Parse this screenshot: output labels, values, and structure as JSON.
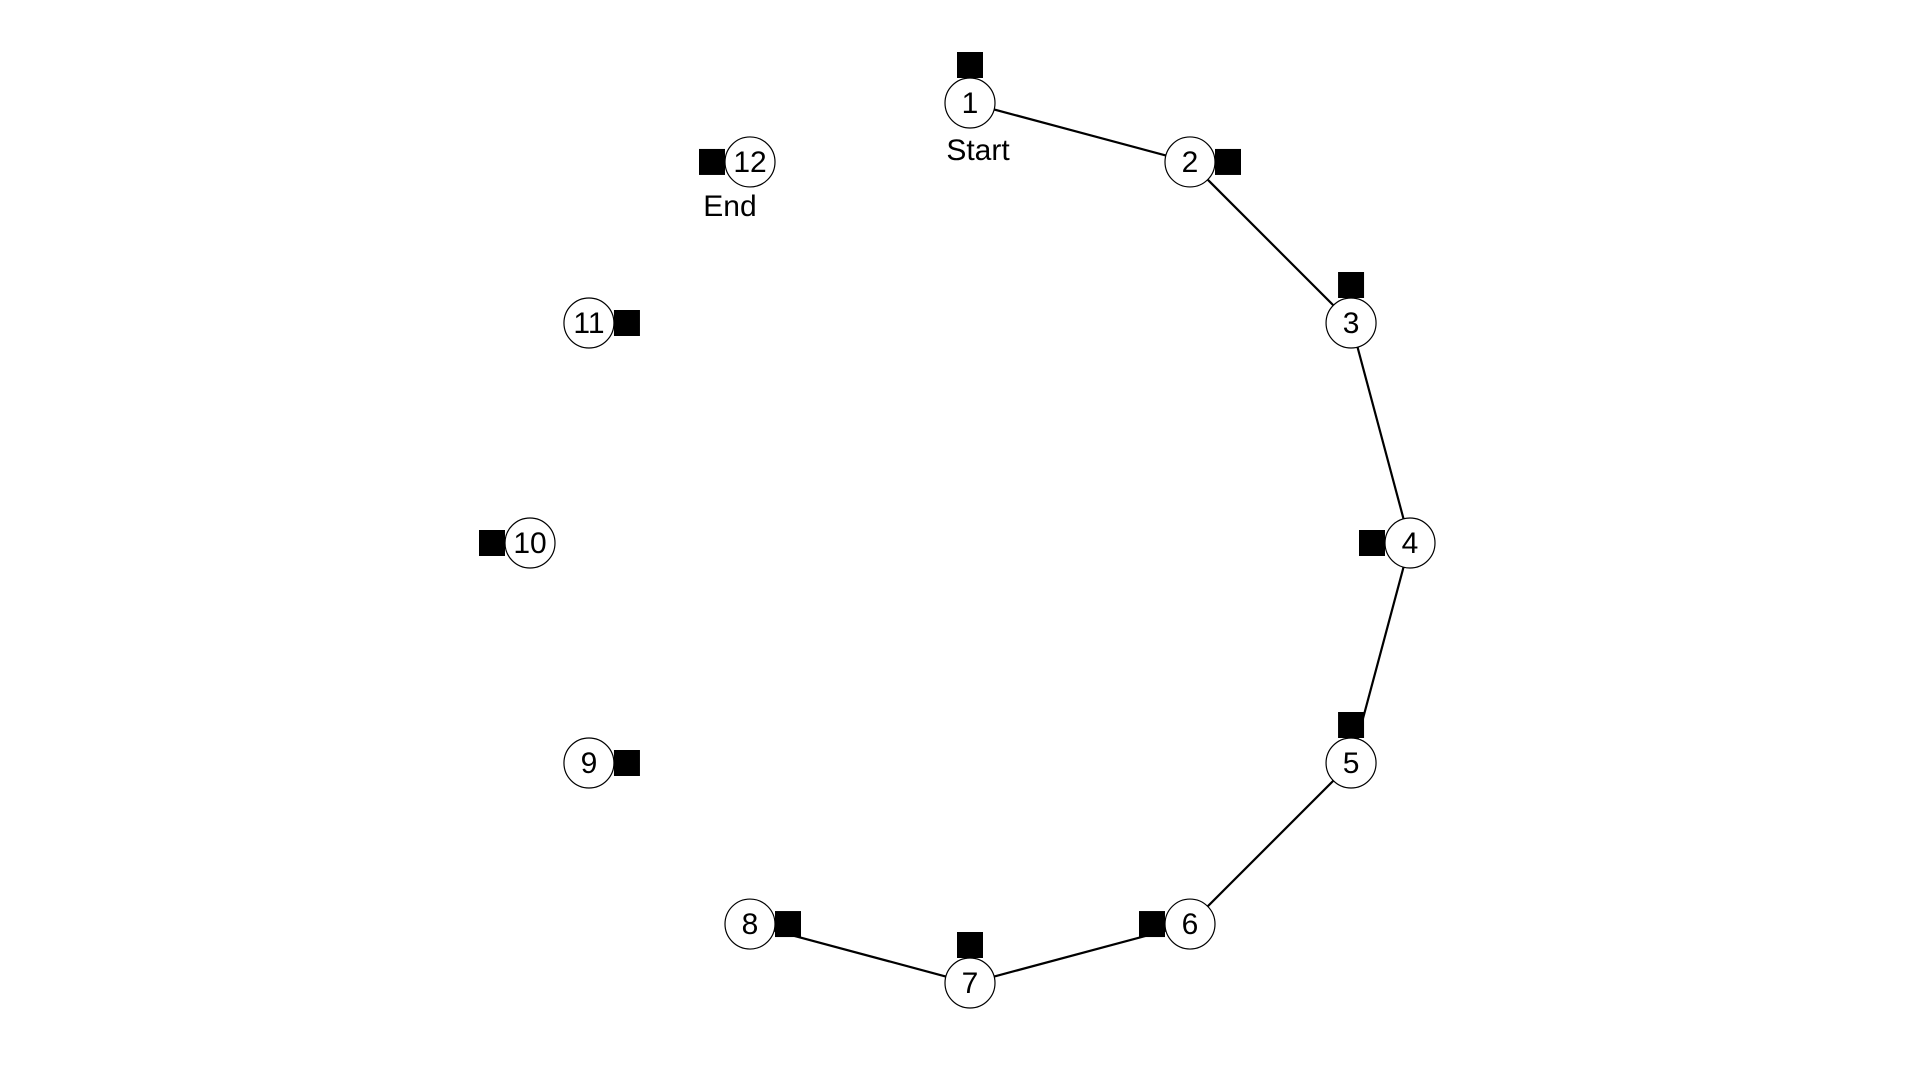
{
  "colors": {
    "background": "#ffffff",
    "node_stroke": "#000000",
    "node_fill": "#ffffff",
    "edge": "#000000",
    "active_node": "#00ee00",
    "active_edge": "#00dd00"
  },
  "nodes": [
    {
      "id": 1,
      "label": "1"
    },
    {
      "id": 2,
      "label": "2"
    },
    {
      "id": 3,
      "label": "3"
    },
    {
      "id": 4,
      "label": "4"
    },
    {
      "id": 5,
      "label": "5"
    },
    {
      "id": 6,
      "label": "6"
    },
    {
      "id": 7,
      "label": "7"
    },
    {
      "id": 8,
      "label": "8",
      "active": true
    },
    {
      "id": 9,
      "label": "9"
    },
    {
      "id": 10,
      "label": "10"
    },
    {
      "id": 11,
      "label": "11"
    },
    {
      "id": 12,
      "label": "12"
    }
  ],
  "edges": [
    {
      "from": 1,
      "to": 2
    },
    {
      "from": 2,
      "to": 3
    },
    {
      "from": 3,
      "to": 4
    },
    {
      "from": 4,
      "to": 5
    },
    {
      "from": 5,
      "to": 6
    },
    {
      "from": 6,
      "to": 7
    },
    {
      "from": 7,
      "to": 8,
      "active": true
    }
  ],
  "tags": {
    "start_label": "Start",
    "end_label": "End"
  }
}
